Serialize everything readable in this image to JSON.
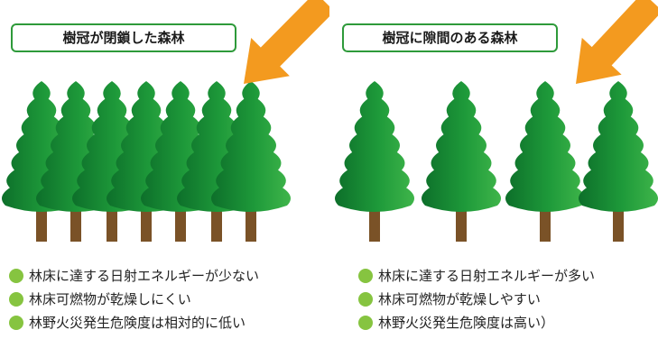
{
  "colors": {
    "tree_dark": "#0f7a2e",
    "tree_light": "#40b649",
    "trunk": "#7a5227",
    "arrow": "#f39a1f",
    "label_border": "#2e9a3a",
    "bullet": "#86c440"
  },
  "left": {
    "title": "樹冠が閉鎖した森林",
    "bullets": [
      "林床に達する日射エネルギーが少ない",
      "林床可燃物が乾燥しにくい",
      "林野火災発生危険度は相対的に低い"
    ]
  },
  "right": {
    "title": "樹冠に隙間のある森林",
    "bullets": [
      "林床に達する日射エネルギーが多い",
      "林床可燃物が乾燥しやすい",
      "林野火災発生危険度は高い）"
    ]
  },
  "icons": {
    "arrow": "arrow-down-left-icon",
    "tree": "conifer-tree-icon",
    "bullet": "circle-bullet-icon"
  }
}
